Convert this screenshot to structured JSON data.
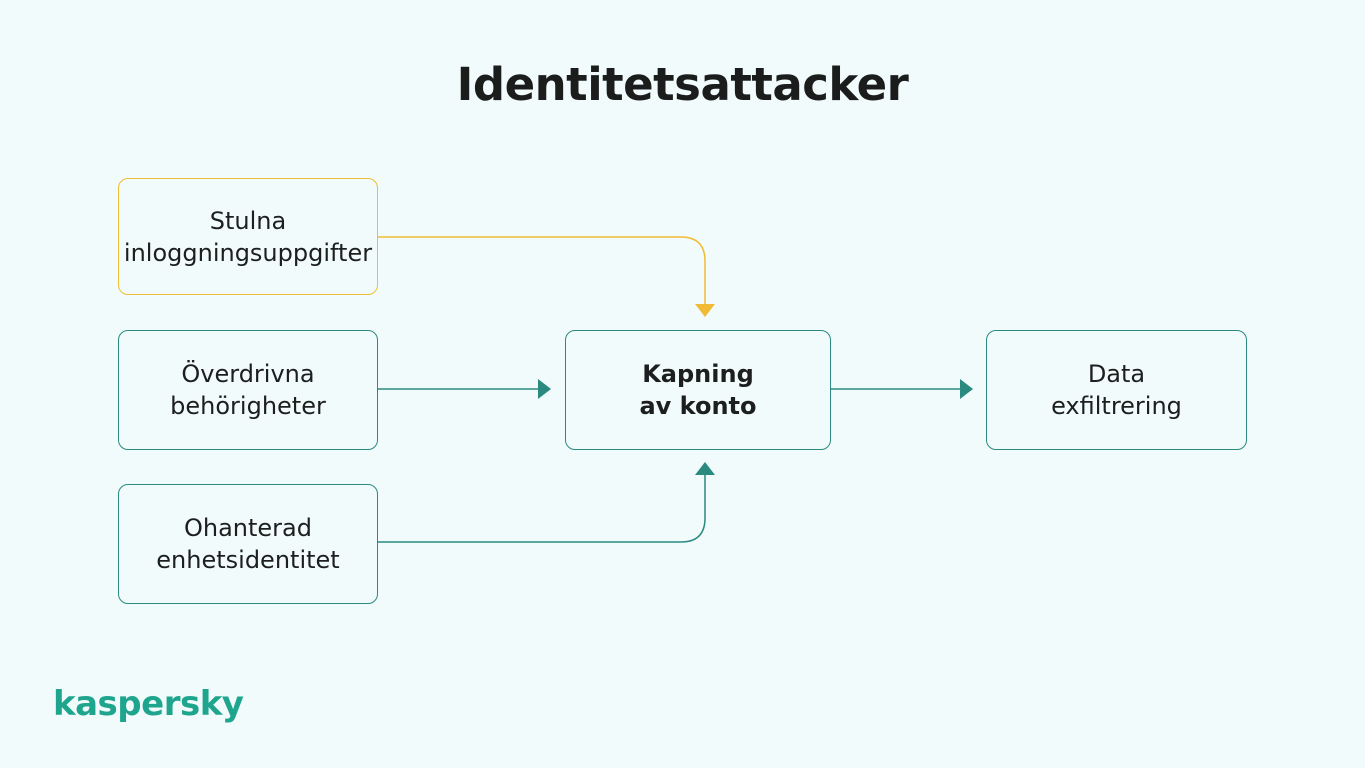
{
  "title": "Identitetsattacker",
  "nodes": {
    "stolen_credentials": "Stulna\ninloggningsuppgifter",
    "excessive_permissions": "Överdrivna\nbehörigheter",
    "unmanaged_device_identity": "Ohanterad\nenhetsidentitet",
    "account_hijack": "Kapning\nav konto",
    "data_exfiltration": "Data\nexfiltrering"
  },
  "brand": {
    "logo_text": "kaspersky"
  },
  "colors": {
    "background": "#f1fbfb",
    "teal": "#2a8a80",
    "yellow": "#f1bc35",
    "logo": "#1fa58e",
    "text": "#1b1d1d"
  }
}
